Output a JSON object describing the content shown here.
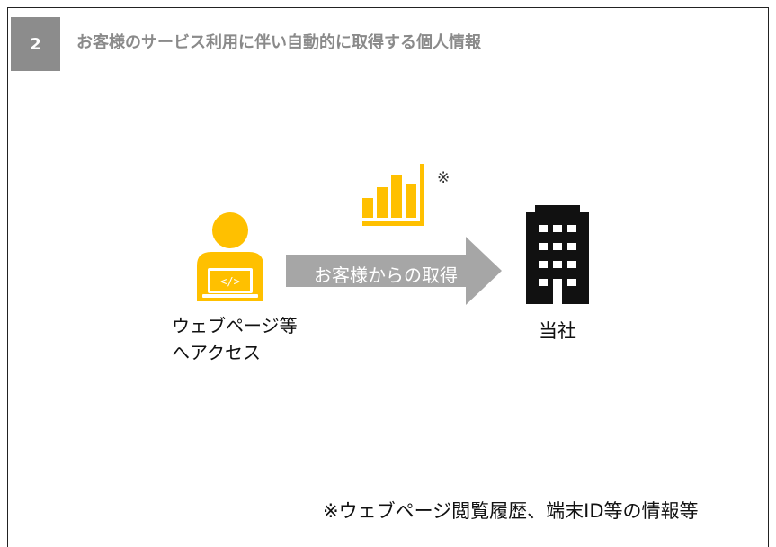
{
  "section": {
    "number": "2",
    "title": "お客様のサービス利用に伴い自動的に取得する個人情報"
  },
  "diagram": {
    "note_mark": "※",
    "arrow_label": "お客様からの取得",
    "user_label_line1": "ウェブページ等",
    "user_label_line2": "へアクセス",
    "company_label": "当社",
    "footnote": "※ウェブページ閲覧履歴、端末ID等の情報等"
  },
  "colors": {
    "accent": "#FFC000",
    "badge": "#8C8C8C",
    "arrow": "#A6A6A6",
    "building": "#111111"
  },
  "icons": {
    "user": "user-laptop-code-icon",
    "chart": "bar-chart-icon",
    "company": "office-building-icon"
  }
}
